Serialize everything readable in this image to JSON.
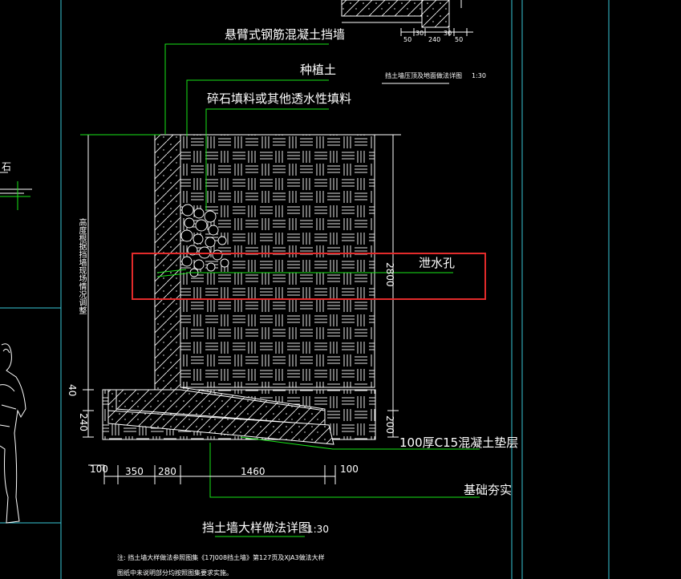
{
  "colors": {
    "background": "#000000",
    "line_white": "#ffffff",
    "line_green": "#19e619",
    "line_cyan": "#38c7d8",
    "highlight_red": "#e32b2b"
  },
  "labels": {
    "cantilever_wall": "悬臂式钢筋混凝土挡墙",
    "planting_soil": "种植土",
    "gravel_fill": "碎石填料或其他透水性填料",
    "drain_hole": "泄水孔",
    "cushion": "100厚C15混凝土垫层",
    "foundation": "基础夯实",
    "left_partial": "石",
    "left_vertical_note": "高度根据挡墙现场情况调整"
  },
  "top_detail": {
    "title": "挡土墙压顶及地面做法详图",
    "scale": "1:30",
    "dims": [
      "50",
      "30",
      "240",
      "30",
      "50"
    ]
  },
  "dimensions": {
    "height_total": "2800",
    "height_base": "200",
    "left_40": "40",
    "left_240": "240",
    "bottom": [
      "100",
      "350",
      "280",
      "1460",
      "100"
    ]
  },
  "main_title": {
    "text": "挡土墙大样做法详图",
    "scale": "1:30"
  },
  "notes": [
    "注: 挡土墙大样做法参照图集《17J008挡土墙》第127页及XJA3做法大样",
    "图纸中未说明部分均按照图集要求实施。"
  ]
}
